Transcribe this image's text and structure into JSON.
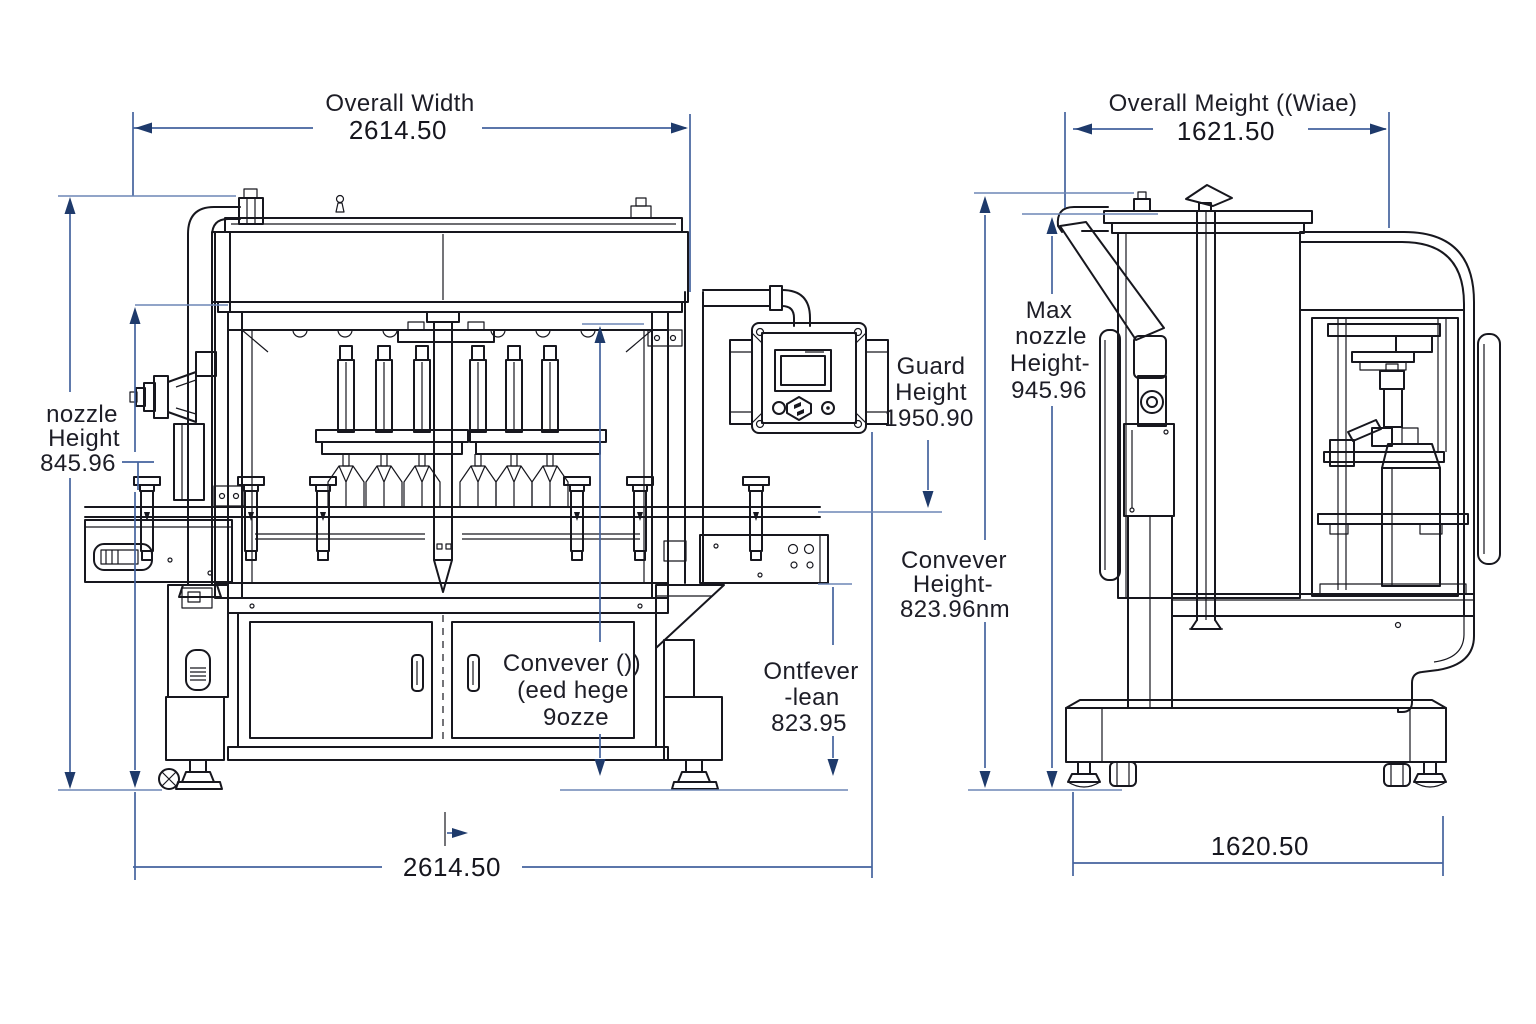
{
  "palette": {
    "background": "#ffffff",
    "drawing_ink": "#17171e",
    "dimension_line": "#44639e",
    "arrowhead": "#1e3a6b",
    "label_text": "#1d1d26"
  },
  "dims": {
    "overall_width": {
      "label": "Overall Width",
      "value": "2614.50"
    },
    "overall_height_side": {
      "label": "Overall Meight ((Wiae)",
      "value": "1621.50"
    },
    "nozzle_height": {
      "line1": "nozzle",
      "line2": "Height",
      "value": "845.96"
    },
    "guard_height": {
      "line1": "Guard",
      "line2": "Height",
      "value": "1950.90"
    },
    "max_nozzle_height": {
      "line1": "Max",
      "line2": "nozzle",
      "line3": "Height-",
      "value": "945.96"
    },
    "conveyor_height": {
      "line1": "Convever",
      "line2": "Height-",
      "value": "823.96nm"
    },
    "conveyor_feed": {
      "line1": "Convever ())",
      "line2": "(eed hege",
      "line3": "9ozze"
    },
    "outfeed_height": {
      "line1": "Ontfever",
      "line2": "-lean",
      "value": "823.95"
    },
    "front_base_width": {
      "value": "2614.50"
    },
    "side_base_width": {
      "value": "1620.50"
    }
  }
}
